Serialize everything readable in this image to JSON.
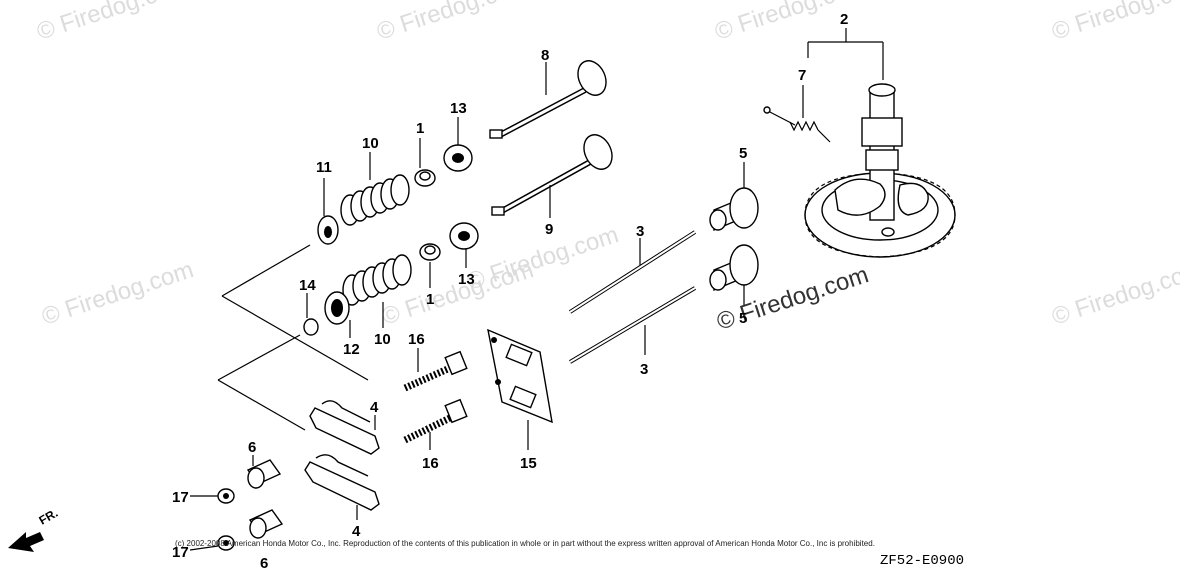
{
  "watermarks": [
    "© Firedog.com",
    "© Firedog.com",
    "© Firedog.com",
    "© Firedog.com",
    "© Firedog.com",
    "© Firedog.com",
    "© Firedog.com",
    "© Firedog.com",
    "© Firedog.com"
  ],
  "callouts": {
    "c2": "2",
    "c7": "7",
    "c8": "8",
    "c9": "9",
    "c5a": "5",
    "c5b": "5",
    "c3a": "3",
    "c3b": "3",
    "c13a": "13",
    "c13b": "13",
    "c1a": "1",
    "c1b": "1",
    "c10a": "10",
    "c10b": "10",
    "c11": "11",
    "c14": "14",
    "c12": "12",
    "c16a": "16",
    "c16b": "16",
    "c15": "15",
    "c4a": "4",
    "c4b": "4",
    "c6a": "6",
    "c6b": "6",
    "c17a": "17",
    "c17b": "17"
  },
  "front_label": "FR.",
  "copyright": "(c) 2002-2008 American Honda Motor Co., Inc. Reproduction of the contents of this publication in whole or in part without the express written approval of American Honda Motor Co., Inc is prohibited.",
  "diagram_code": "ZF52-E0900"
}
